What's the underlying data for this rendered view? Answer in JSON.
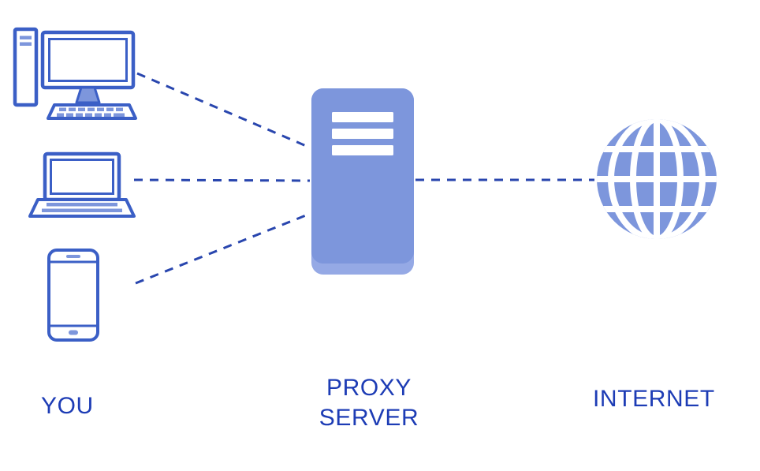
{
  "diagram": {
    "labels": {
      "client": "YOU",
      "proxy_line1": "PROXY",
      "proxy_line2": "SERVER",
      "internet": "INTERNET"
    },
    "nodes": [
      {
        "id": "desktop-computer",
        "group": "client"
      },
      {
        "id": "laptop",
        "group": "client"
      },
      {
        "id": "smartphone",
        "group": "client"
      },
      {
        "id": "proxy-server",
        "group": "middle"
      },
      {
        "id": "internet-globe",
        "group": "internet"
      }
    ],
    "connections": [
      {
        "from": "desktop-computer",
        "to": "proxy-server",
        "style": "dashed"
      },
      {
        "from": "laptop",
        "to": "proxy-server",
        "style": "dashed"
      },
      {
        "from": "smartphone",
        "to": "proxy-server",
        "style": "dashed"
      },
      {
        "from": "proxy-server",
        "to": "internet-globe",
        "style": "dashed"
      }
    ],
    "colors": {
      "outline_blue": "#3B5FC6",
      "fill_periwinkle": "#7D96DC",
      "server_base": "#95A9E5",
      "text_blue": "#1D3CB5",
      "dash_line": "#2946AE",
      "background": "#FFFFFF"
    }
  }
}
